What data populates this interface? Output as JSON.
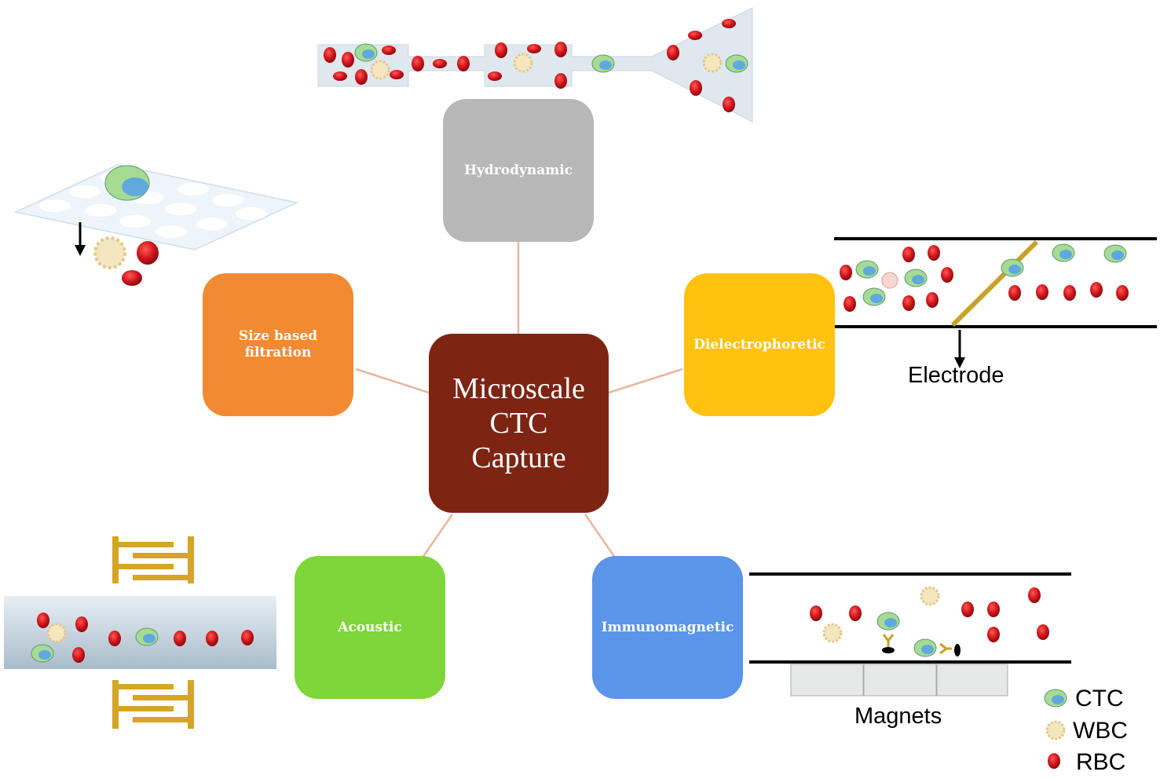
{
  "center": {
    "line1": "Microscale",
    "line2": "CTC",
    "line3": "Capture",
    "color": "#7d2413"
  },
  "methods": {
    "hydrodynamic": {
      "label": "Hydrodynamic",
      "color": "#b8b8b8"
    },
    "size_filtration": {
      "line1": "Size based",
      "line2": "filtration",
      "color": "#f28a33"
    },
    "dielectrophoretic": {
      "label": "Dielectrophoretic",
      "color": "#ffc20e"
    },
    "acoustic": {
      "label": "Acoustic",
      "color": "#7ed63a"
    },
    "immunomagnetic": {
      "label": "Immunomagnetic",
      "color": "#5a95ea"
    }
  },
  "annotations": {
    "electrode": "Electrode",
    "magnets": "Magnets"
  },
  "legend": [
    {
      "label": "CTC",
      "icon": "ctc-cell-icon"
    },
    {
      "label": "WBC",
      "icon": "wbc-cell-icon"
    },
    {
      "label": "RBC",
      "icon": "rbc-cell-icon"
    }
  ],
  "colors": {
    "rbc": "#c8161d",
    "ctc_outer": "#9ed98f",
    "ctc_inner": "#5ea9de",
    "wbc": "#f4e7bf",
    "connector": "#e8b6a0"
  }
}
